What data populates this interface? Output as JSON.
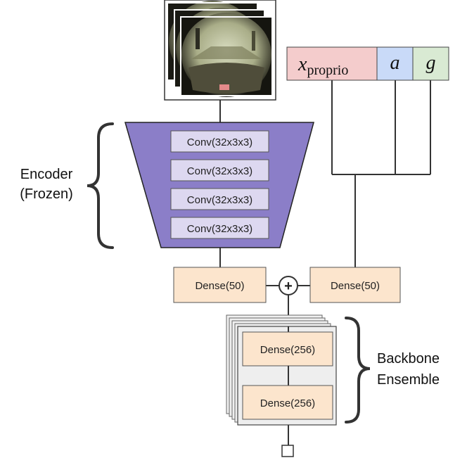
{
  "encoder": {
    "layers": [
      "Conv(32x3x3)",
      "Conv(32x3x3)",
      "Conv(32x3x3)",
      "Conv(32x3x3)"
    ],
    "label_line1": "Encoder",
    "label_line2": "(Frozen)",
    "fill_color": "#8b7ec8",
    "layer_fill_color": "#ddd8f0"
  },
  "inputs": {
    "proprio_symbol": "x",
    "proprio_subscript": "proprio",
    "action_symbol": "a",
    "goal_symbol": "g",
    "proprio_color": "#f4cccc",
    "action_color": "#c9daf8",
    "goal_color": "#d9ead3"
  },
  "dense": {
    "image_branch": "Dense(50)",
    "state_branch": "Dense(50)",
    "sum_symbol": "+",
    "fill_color": "#fce5cd"
  },
  "backbone": {
    "layers": [
      "Dense(256)",
      "Dense(256)"
    ],
    "label_line1": "Backbone",
    "label_line2": "Ensemble"
  }
}
